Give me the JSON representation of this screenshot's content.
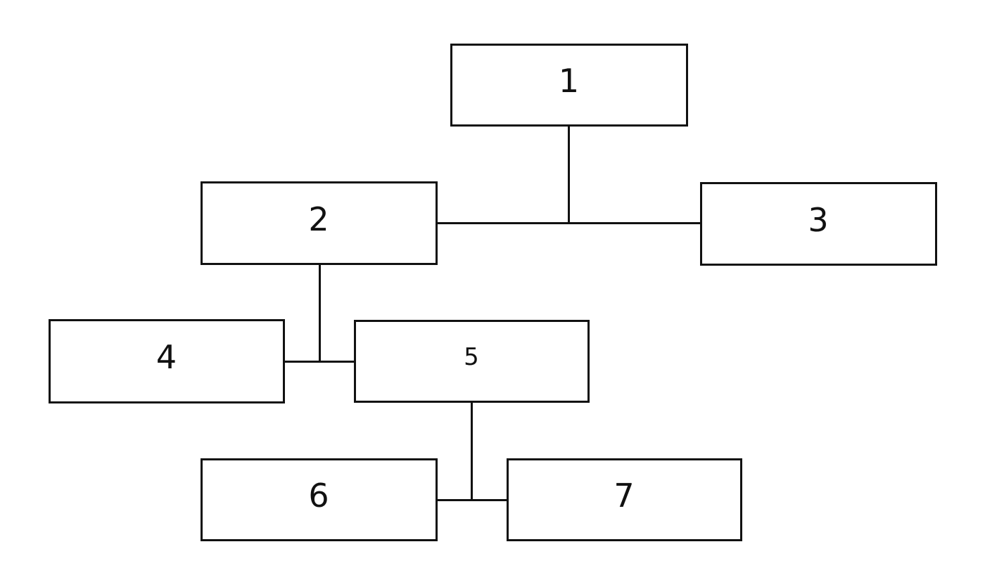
{
  "diagram": {
    "type": "flowchart",
    "background_color": "#ffffff",
    "stroke_color": "#111111",
    "nodes": [
      {
        "id": "1",
        "label": "1"
      },
      {
        "id": "2",
        "label": "2"
      },
      {
        "id": "3",
        "label": "3"
      },
      {
        "id": "4",
        "label": "4"
      },
      {
        "id": "5",
        "label": "5"
      },
      {
        "id": "6",
        "label": "6"
      },
      {
        "id": "7",
        "label": "7"
      }
    ],
    "edges": [
      {
        "from": "1",
        "to": "2-3",
        "shape": "vertical drop from bottom of box 1 to the horizontal line joining boxes 2 and 3"
      },
      {
        "from": "2",
        "to": "3",
        "shape": "horizontal line between right edge of box 2 and left edge of box 3"
      },
      {
        "from": "2",
        "to": "4-5",
        "shape": "vertical drop from bottom of box 2 to the horizontal line joining boxes 4 and 5"
      },
      {
        "from": "4",
        "to": "5",
        "shape": "horizontal line between right edge of box 4 and left edge of box 5"
      },
      {
        "from": "5",
        "to": "6-7",
        "shape": "vertical drop from bottom of box 5 to the horizontal line joining boxes 6 and 7"
      },
      {
        "from": "6",
        "to": "7",
        "shape": "horizontal line between right edge of box 6 and left edge of box 7"
      }
    ]
  }
}
